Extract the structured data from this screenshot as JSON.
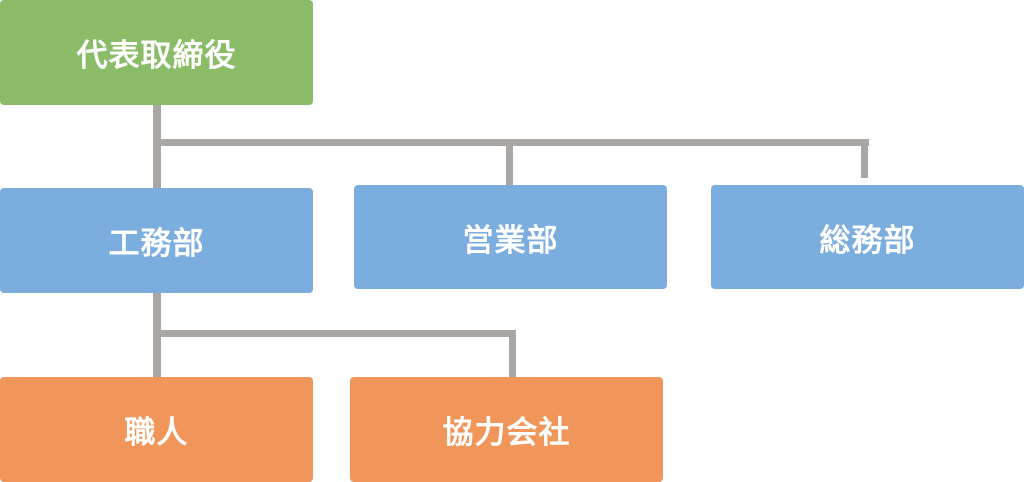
{
  "colors": {
    "executive": "#8bbd68",
    "department": "#7badde",
    "subunit": "#f0965a",
    "connector": "#aaa6a4"
  },
  "org_chart": {
    "top": {
      "label": "代表取締役"
    },
    "departments": [
      {
        "label": "工務部"
      },
      {
        "label": "営業部"
      },
      {
        "label": "総務部"
      }
    ],
    "subunits": [
      {
        "label": "職人",
        "parent": "工務部"
      },
      {
        "label": "協力会社",
        "parent": "工務部"
      }
    ]
  }
}
